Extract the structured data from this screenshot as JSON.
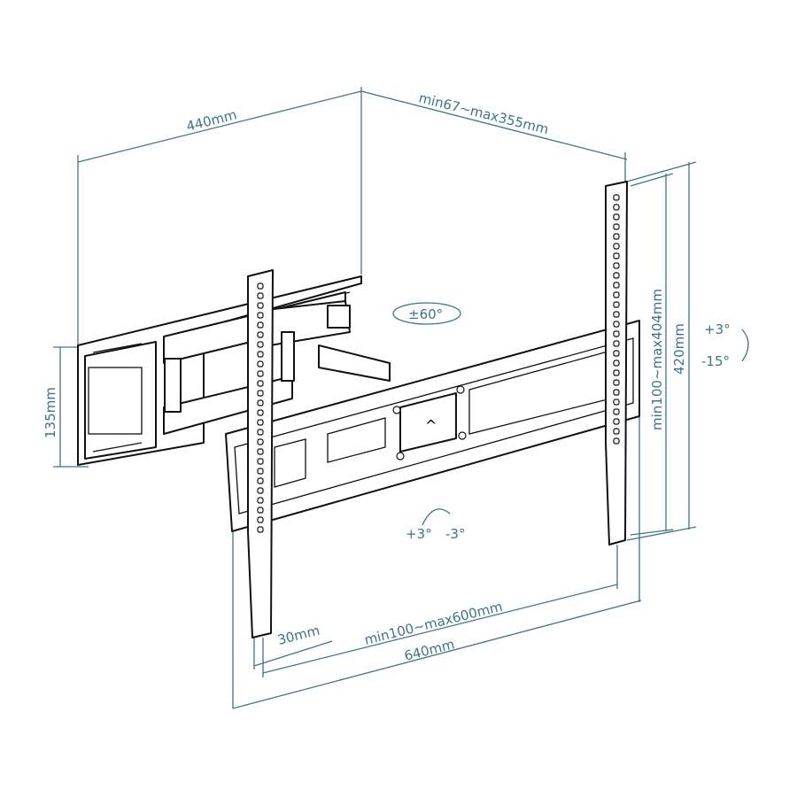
{
  "title": "Full-motion TV wall mount dimensions",
  "accent_color": "#3d7486",
  "dimensions": {
    "wall_plate_depth": "440mm",
    "extension": "min67~max355mm",
    "wall_plate_height": "135mm",
    "swivel": "±60°",
    "tilt_up": "+3°",
    "tilt_down": "-15°",
    "vesa_vertical": "min100~max404mm",
    "bracket_height": "420mm",
    "level_plus": "+3°",
    "level_minus": "-3°",
    "strip_width": "30mm",
    "vesa_horizontal": "min100~max600mm",
    "rail_width": "640mm"
  }
}
